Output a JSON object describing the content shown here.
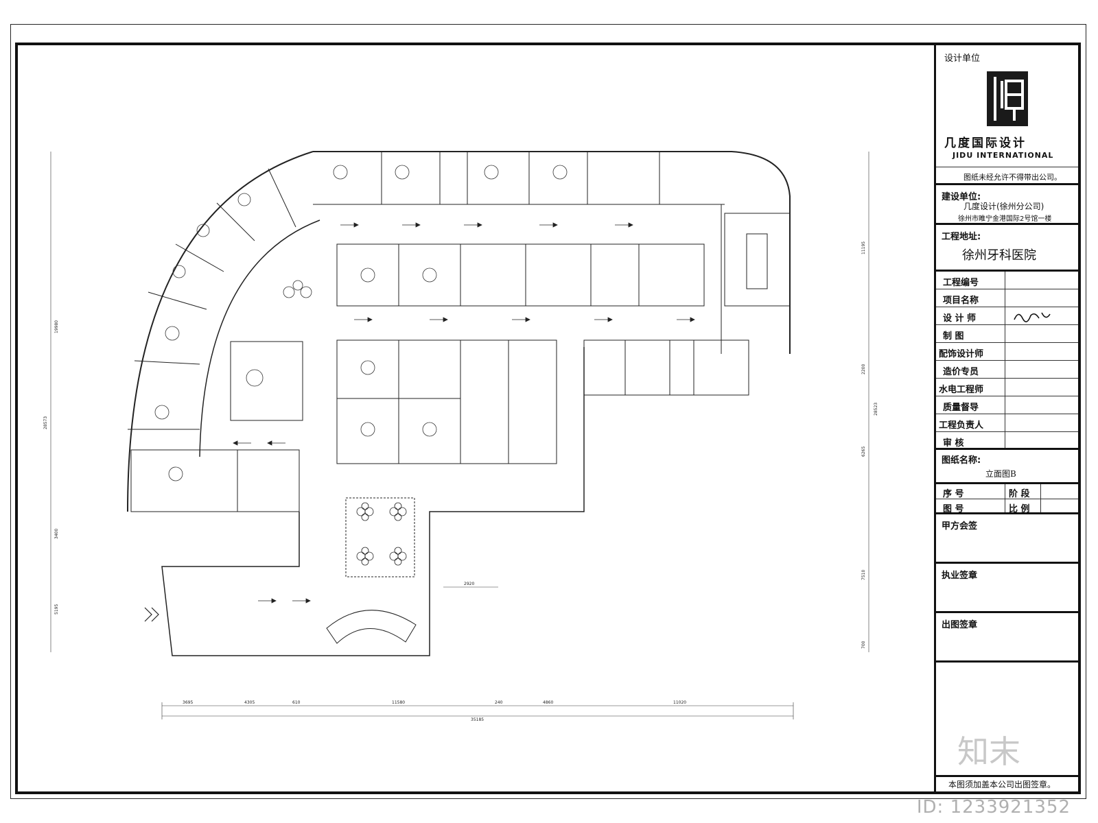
{
  "title_block": {
    "design_unit_label": "设计单位",
    "company_cn": "几度国际设计",
    "company_en": "JIDU INTERNATIONAL",
    "notice": "图纸未经允许不得带出公司。",
    "client_label": "建设单位:",
    "client_name": "几度设计(徐州分公司)",
    "client_address": "徐州市睢宁金港国际2号馆一楼",
    "site_label": "工程地址:",
    "site_name": "徐州牙科医院",
    "fields": [
      {
        "label": "工程编号",
        "value": ""
      },
      {
        "label": "项目名称",
        "value": ""
      },
      {
        "label": "设 计 师",
        "value": ""
      },
      {
        "label": "制    图",
        "value": ""
      },
      {
        "label": "配饰设计师",
        "value": ""
      },
      {
        "label": "造价专员",
        "value": ""
      },
      {
        "label": "水电工程师",
        "value": ""
      },
      {
        "label": "质量督导",
        "value": ""
      },
      {
        "label": "工程负责人",
        "value": ""
      },
      {
        "label": "审    核",
        "value": ""
      }
    ],
    "drawing_name_label": "图纸名称:",
    "drawing_name": "立面图B",
    "seq_label": "序    号",
    "stage_label": "阶    段",
    "drawing_no_label": "图    号",
    "scale_label": "比    例",
    "owner_sign_label": "甲方会签",
    "license_seal_label": "执业签章",
    "issue_seal_label": "出图签章",
    "footer_note": "本图须加盖本公司出图签章。"
  },
  "watermark": {
    "site_logo": "知末",
    "id_text": "ID: 1233921352"
  },
  "plan": {
    "bottom_dimensions": [
      "3695",
      "4305",
      "610",
      "11580",
      "240",
      "4860",
      "11020"
    ],
    "bottom_total": "35185",
    "left_dimensions": [
      "19980",
      "3400",
      "5195"
    ],
    "left_total": "28573",
    "right_dimensions": [
      "11195",
      "2200",
      "6265",
      "7510",
      "700"
    ],
    "right_total": "28523",
    "inner_dimension": "2920"
  }
}
